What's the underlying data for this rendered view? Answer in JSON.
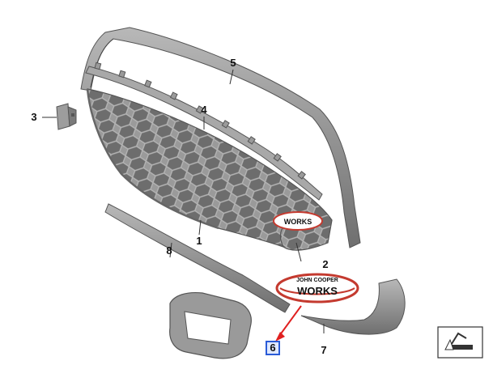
{
  "parts": [
    {
      "number": "1"
    },
    {
      "number": "2",
      "badge_line1": "JOHN COOPER",
      "badge_line2": "WORKS"
    },
    {
      "number": "3"
    },
    {
      "number": "4"
    },
    {
      "number": "5"
    },
    {
      "number": "6",
      "highlighted": true
    },
    {
      "number": "7"
    },
    {
      "number": "8"
    }
  ],
  "grille_badge": {
    "text": "WORKS"
  },
  "colors": {
    "part_gray": "#8a8a8a",
    "part_dark": "#5a5a5a",
    "part_light": "#c8c8c8",
    "highlight_red": "#e02020",
    "highlight_blue": "#2a5bd7",
    "badge_red": "#c43a2f"
  },
  "nav_icon": "navigate-arrow-icon"
}
